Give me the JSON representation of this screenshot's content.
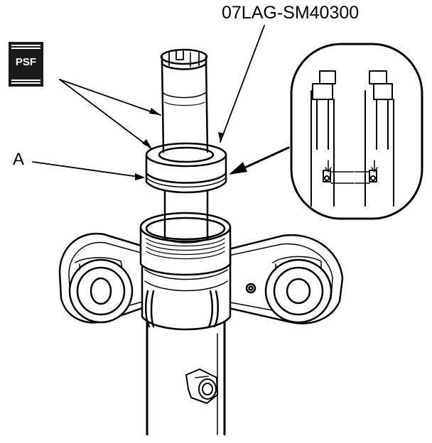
{
  "badge": {
    "text": "PSF"
  },
  "labels": {
    "tool_part_number": "07LAG-SM40300",
    "callout_a": "A"
  }
}
